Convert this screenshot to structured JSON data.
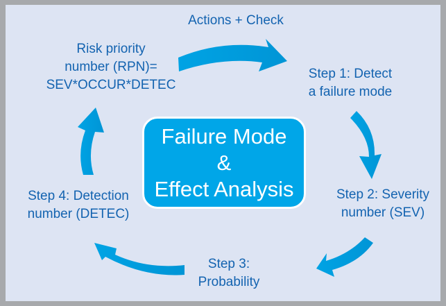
{
  "colors": {
    "frame": "#a7a9ac",
    "background": "#dde4f3",
    "accent": "#00a6e8",
    "text": "#1363b0"
  },
  "title": {
    "line1": "Failure Mode",
    "line2": "&",
    "line3": "Effect Analysis"
  },
  "top_label": "Actions + Check",
  "rpn": {
    "line1": "Risk priority",
    "line2": "number (RPN)=",
    "line3": "SEV*OCCUR*DETEC"
  },
  "step1": {
    "line1": "Step 1: Detect",
    "line2": "a failure mode"
  },
  "step2": {
    "line1": "Step 2: Severity",
    "line2": "number (SEV)"
  },
  "step3": {
    "line1": "Step 3:",
    "line2": "Probability"
  },
  "step4": {
    "line1": "Step 4: Detection",
    "line2": "number (DETEC)"
  }
}
